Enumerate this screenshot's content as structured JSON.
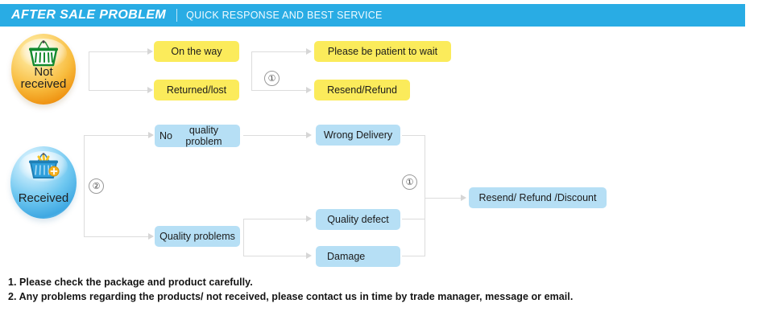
{
  "header": {
    "title": "AFTER SALE PROBLEM",
    "divider": "|",
    "subtitle": "QUICK RESPONSE AND BEST SERVICE",
    "band_color": "#29ace4"
  },
  "colors": {
    "yellow_box": "#fbeb5b",
    "blue_box": "#b6dff5",
    "connector": "#dcdcdc",
    "not_received_sphere": "#f8bc3e",
    "received_sphere": "#6ec7f0"
  },
  "flow": {
    "not_received": {
      "label_line1": "Not",
      "label_line2": "received",
      "icon": "shopping-basket-green-icon",
      "branches": [
        {
          "label": "On the way",
          "result": "Please be patient to wait"
        },
        {
          "label": "Returned/lost",
          "result": "Resend/Refund"
        }
      ],
      "marker": "①"
    },
    "received": {
      "label": "Received",
      "icon": "shopping-basket-filled-blue-icon",
      "marker": "②",
      "branches": [
        {
          "label_line1": "No",
          "label_line2": "quality problem",
          "children": [
            "Wrong Delivery"
          ]
        },
        {
          "label": "Quality problems",
          "children": [
            "Quality defect",
            "Damage"
          ]
        }
      ],
      "merge_marker": "①",
      "result": "Resend/ Refund /Discount"
    }
  },
  "notes": [
    "1. Please check the package and product carefully.",
    "2. Any problems regarding the products/ not received, please contact us in time by trade manager, message or email."
  ]
}
